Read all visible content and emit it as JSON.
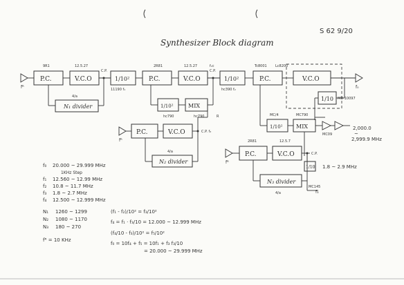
{
  "header": {
    "title": "Synthesizer Block diagram",
    "sheet_ref": "S 62 9/20"
  },
  "blocks": {
    "pc1": "P.C.",
    "vco1": "V.C.O",
    "div_n1": "N₁ divider",
    "div_top": "1/10²",
    "pc2": "P.C.",
    "vco2": "V.C.O",
    "div_mid": "1/10²",
    "mix1": "MIX",
    "div_top2": "1/10²",
    "pc3": "P.C.",
    "vco3": "V.C.O",
    "div_vf": "1/10",
    "div_bottom": "1/10²",
    "mix2": "MIX",
    "pc4": "P.C.",
    "vco4": "V.C.O",
    "div_n2": "N₂ divider",
    "pc5": "P.C.",
    "vco5": "V.C.O",
    "div_n3": "N₃ divider",
    "div_small": "1/10"
  },
  "annotations": {
    "a_pc1": "9R1",
    "a_vco1": "12.5.27",
    "a_n1": "4/a",
    "a_cp1": "C.P.",
    "a_f1": "11190 f₁",
    "a_pc2": "2R81",
    "a_vco2": "12.5.27",
    "a_fc": "f₁c",
    "a_cp2": "C.P.",
    "a_mix1": "hc790",
    "a_r": "R",
    "a_div_mid": "hc790",
    "a_f2": "hc390 f₂",
    "a_pc3": "Tc8001",
    "a_pc3b": "Lc8200",
    "a_vf": "MD 10097",
    "a_div_bot": "MC/4",
    "a_mix2": "MC790",
    "a_out": "MC09",
    "a_fo": "f₀",
    "a_cp4": "C.P. f₃",
    "a_n2": "4/a",
    "a_pc5": "2R81",
    "a_vco5": "12.5.7",
    "a_cp5": "C.P.",
    "a_n3": "4/a",
    "a_n3b": "MC145",
    "a_f3": "f₃",
    "out_range_1": "2,000.0",
    "out_range_2": "2,999.9 MHz",
    "range_small": "1.8 ~ 2.9 MHz",
    "in1": "fᴿ",
    "in2": "fᴿ",
    "in3": "fᴿ"
  },
  "specs": [
    {
      "label": "f₀",
      "text": "20.000 ~ 29.999 MHz"
    },
    {
      "label": "",
      "text": "1KHz Step"
    },
    {
      "label": "f₁",
      "text": "12.560 ~ 12.99 MHz"
    },
    {
      "label": "f₂",
      "text": "10.8 ~ 11.7 MHz"
    },
    {
      "label": "f₃",
      "text": "1.8 ~ 2.7 MHz"
    },
    {
      "label": "f₄",
      "text": "12.500 ~ 12.999 MHz"
    }
  ],
  "dividers": [
    {
      "label": "N₁",
      "text": "1260 ~ 1299"
    },
    {
      "label": "N₂",
      "text": "1080 ~ 1170"
    },
    {
      "label": "N₃",
      "text": "180 ~ 270"
    }
  ],
  "ref_freq": "fᴿ = 10 KHz",
  "equations": [
    "(f₁ - f₂)/10² = f₃/10²",
    "f₄ = f₁ · f₃/10 = 12.000 ~ 12.999 MHz",
    "(f₄/10 - f₃)/10² = f₅/10²",
    "f₀ = 10f₄ + f₅ = 10f₁ + f₃ f₃/10",
    "= 20.000 ~ 29.999 MHz"
  ]
}
